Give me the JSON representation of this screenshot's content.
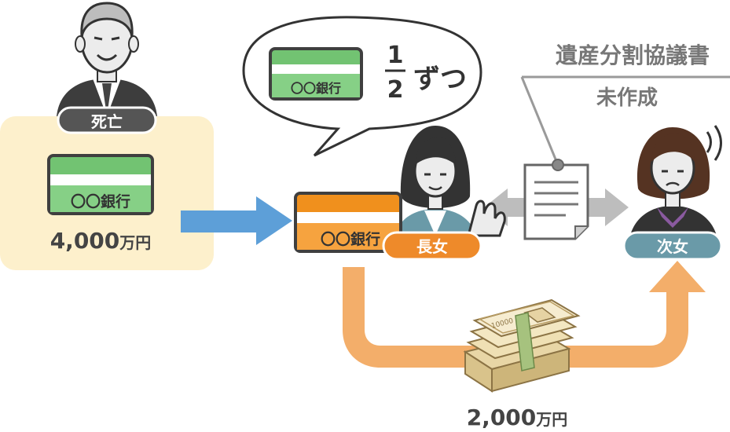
{
  "deceased": {
    "badge": "死亡",
    "bank_name": "〇〇銀行",
    "amount_number": "4,000",
    "amount_unit": "万円"
  },
  "speech": {
    "bank_name": "〇〇銀行",
    "fraction_numerator": "1",
    "fraction_denominator": "2",
    "suffix": "ずつ"
  },
  "document": {
    "title": "遺産分割協議書",
    "status": "未作成"
  },
  "eldest_daughter": {
    "badge": "長女",
    "bank_name": "〇〇銀行"
  },
  "second_daughter": {
    "badge": "次女"
  },
  "transfer": {
    "amount_number": "2,000",
    "amount_unit": "万円",
    "banknote_label": "10000"
  },
  "colors": {
    "panel_bg": "#fdf0cc",
    "blue_arrow": "#5d9fd8",
    "orange_arrow": "#f3ae6a",
    "orange_card": "#f0901d",
    "green_card": "#72c372",
    "badge_gray": "#555555",
    "badge_orange": "#ee8a2a",
    "badge_teal": "#6a9aa8",
    "gray_arrow": "#bdbdbd",
    "text_dark": "#444444",
    "text_gray": "#777777"
  }
}
